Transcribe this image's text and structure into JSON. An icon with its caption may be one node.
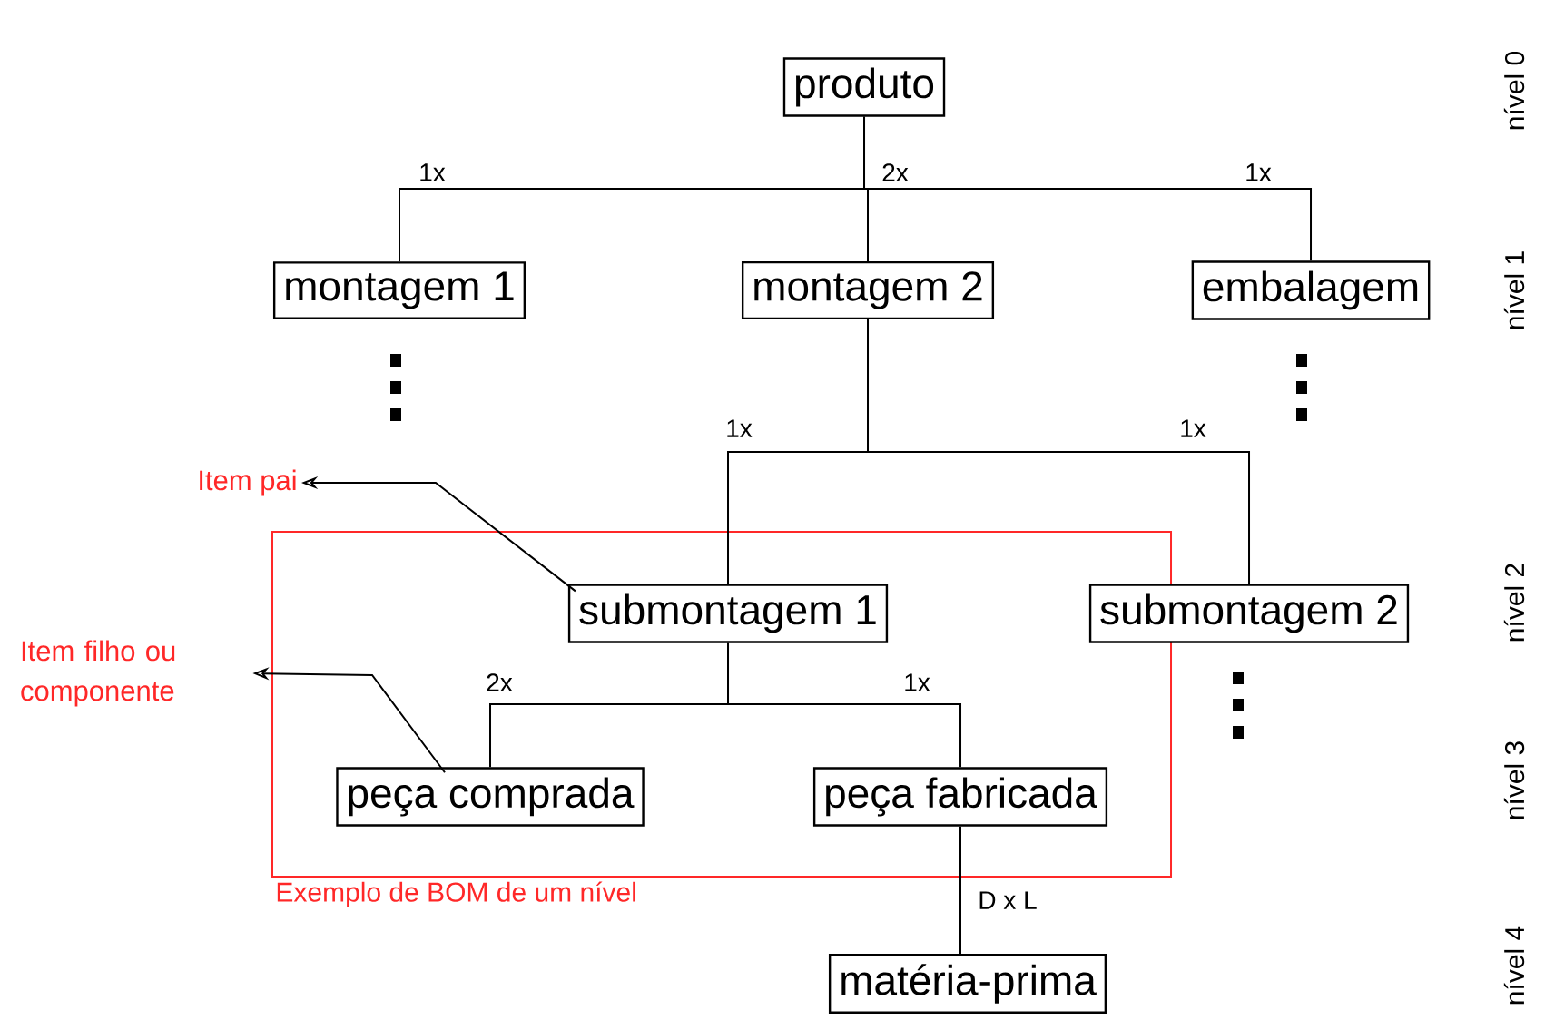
{
  "diagram": {
    "nodes": [
      {
        "text": [
          "produto"
        ]
      },
      {
        "text": [
          "montagem 1"
        ]
      },
      {
        "text": [
          "montagem 2"
        ]
      },
      {
        "text": [
          "embalagem"
        ]
      },
      {
        "text": [
          "Exemplo de BOM de um nível"
        ]
      },
      {
        "text": [
          "submontagem 1"
        ],
        "in": 4
      },
      {
        "text": [
          "submontagem 2"
        ]
      },
      {
        "text": [
          "peça comprada"
        ],
        "in": 4
      },
      {
        "text": [
          "peça fabricada"
        ],
        "in": 4
      },
      {
        "text": [
          "matéria-prima"
        ]
      },
      {
        "text": [
          "Item pai"
        ]
      },
      {
        "text": [
          "Item filho ou componente"
        ]
      }
    ],
    "edges": [
      {
        "from": 0,
        "to": 1,
        "arrow": "none",
        "label": "1x"
      },
      {
        "from": 0,
        "to": 2,
        "arrow": "none",
        "label": "2x"
      },
      {
        "from": 0,
        "to": 3,
        "arrow": "none",
        "label": "1x"
      },
      {
        "from": 2,
        "to": 5,
        "arrow": "none",
        "label": "1x"
      },
      {
        "from": 2,
        "to": 6,
        "arrow": "none",
        "label": "1x"
      },
      {
        "from": 5,
        "to": 7,
        "arrow": "none",
        "label": "2x"
      },
      {
        "from": 5,
        "to": 8,
        "arrow": "none",
        "label": "1x"
      },
      {
        "from": 8,
        "to": 9,
        "arrow": "none",
        "label": "D x L"
      },
      {
        "from": 5,
        "to": 10,
        "arrow": "to"
      },
      {
        "from": 7,
        "to": 11,
        "arrow": "to"
      }
    ],
    "labels": [
      "nível 0",
      "nível 1",
      "nível 2",
      "nível 3",
      "nível 4"
    ]
  }
}
